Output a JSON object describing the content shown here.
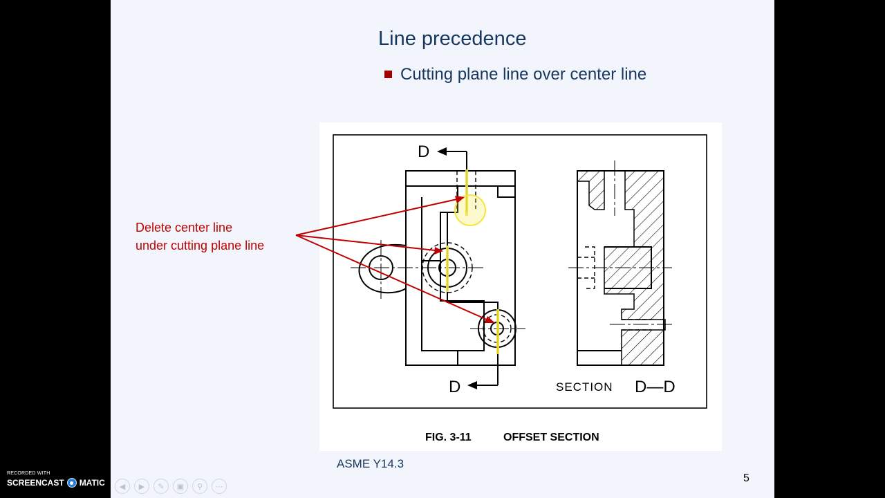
{
  "slide": {
    "title": "Line precedence",
    "bullet": "Cutting plane line over center line",
    "callout": {
      "line1": "Delete center line",
      "line2": "under cutting plane line"
    },
    "figure": {
      "label_top_d": "D",
      "label_bottom_d": "D",
      "section_label": "SECTION",
      "section_letters": "D—D",
      "caption_fig": "FIG. 3-11",
      "caption_text": "OFFSET SECTION"
    },
    "source": "ASME Y14.3",
    "page_number": "5"
  },
  "watermark": {
    "top": "RECORDED WITH",
    "brand_left": "SCREENCAST",
    "brand_right": "MATIC"
  },
  "controls": {
    "items": [
      "back-icon",
      "play-icon",
      "pen-icon",
      "layers-icon",
      "zoom-icon",
      "more-icon"
    ]
  },
  "colors": {
    "slide_background": "#f2f6fc",
    "title_text": "#17375e",
    "bullet_mark": "#a00000",
    "callout_red": "#c00000",
    "highlight_yellow": "#f5e63a"
  }
}
